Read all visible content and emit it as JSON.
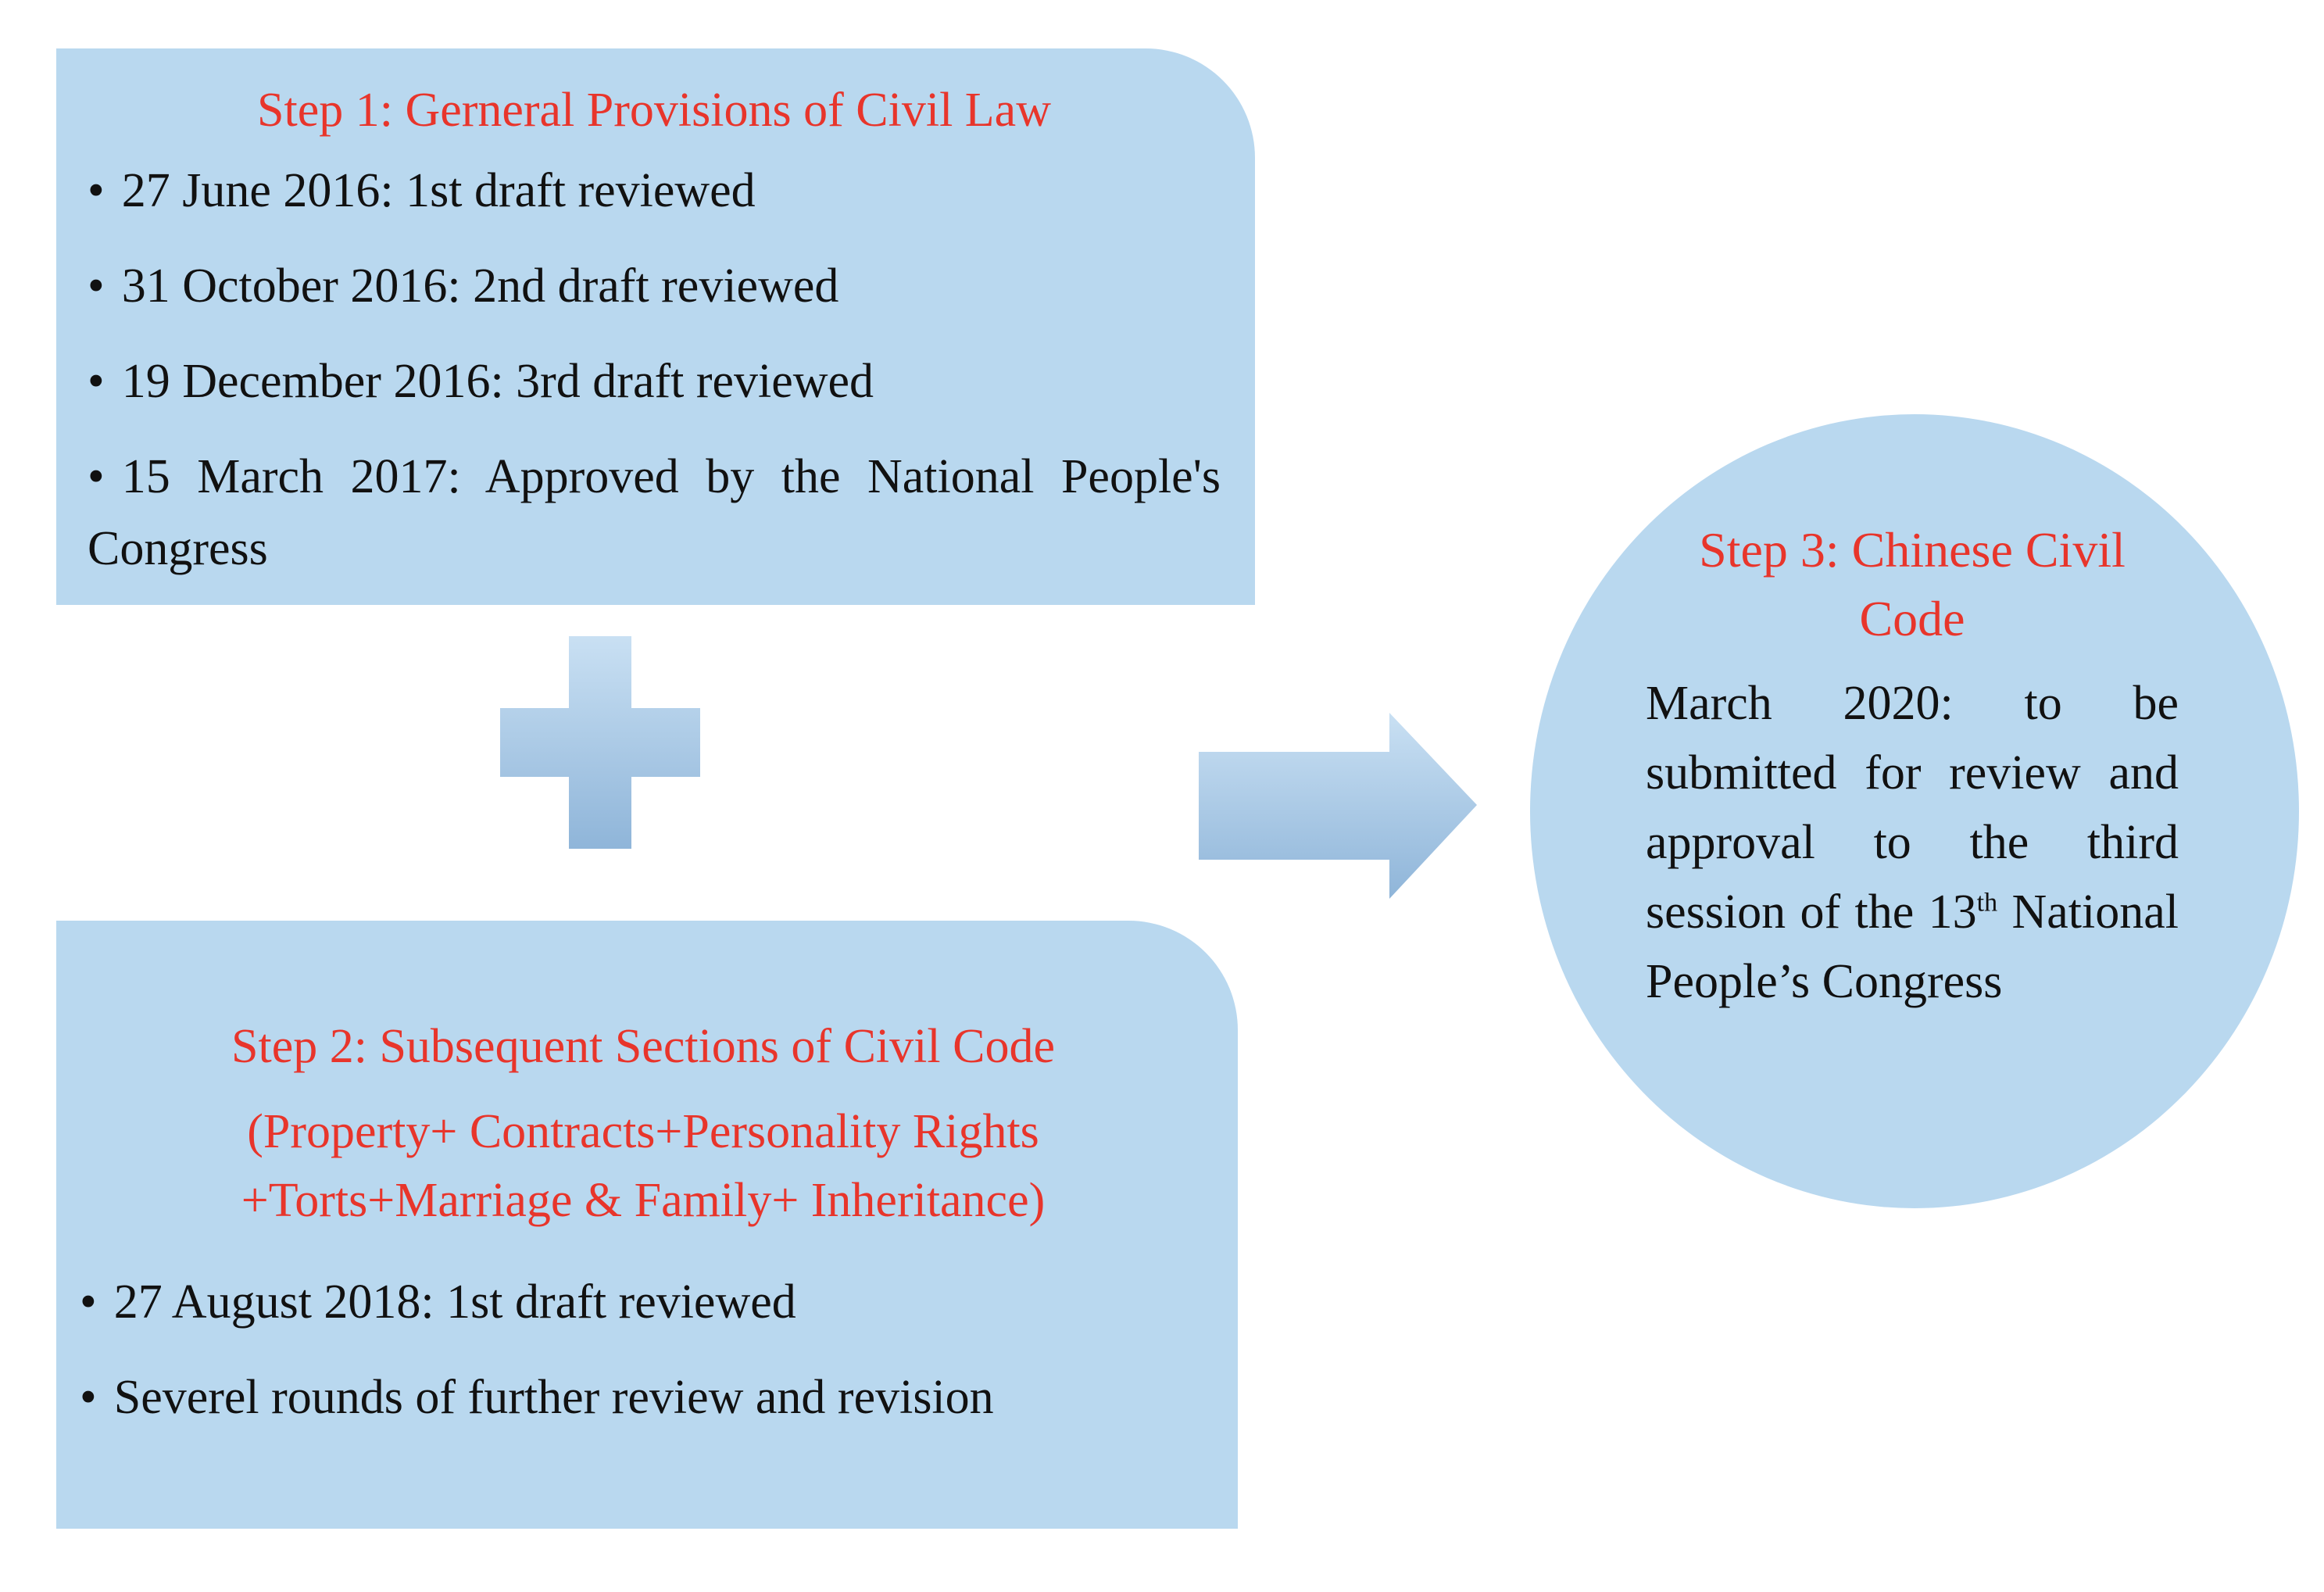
{
  "step1": {
    "title": "Step 1: Gerneral Provisions of Civil Law",
    "items": [
      "27 June 2016: 1st draft reviewed",
      "31 October 2016:  2nd draft reviewed",
      "19 December 2016:  3rd draft reviewed",
      "15 March 2017: Approved by the National People's Congress"
    ]
  },
  "step2": {
    "title": "Step 2: Subsequent Sections of Civil Code",
    "subtitle": "(Property+ Contracts+Personality Rights +Torts+Marriage & Family+ Inheritance)",
    "items": [
      "27 August 2018: 1st draft reviewed",
      "Severel rounds of further review and revision"
    ]
  },
  "step3": {
    "title": "Step 3: Chinese Civil Code",
    "body_before_sup": "March 2020: to be submitted for review and approval to the third session of the 13",
    "body_sup": "th",
    "body_after_sup": " National People’s Congress"
  },
  "symbols": {
    "plus": "plus-icon",
    "arrow": "arrow-right-icon"
  },
  "colors": {
    "box_fill": "#b9d8ef",
    "heading_text": "#e8352b",
    "body_text": "#111111",
    "shape_light": "#c9e0f3",
    "shape_dark": "#8fb5d9"
  }
}
